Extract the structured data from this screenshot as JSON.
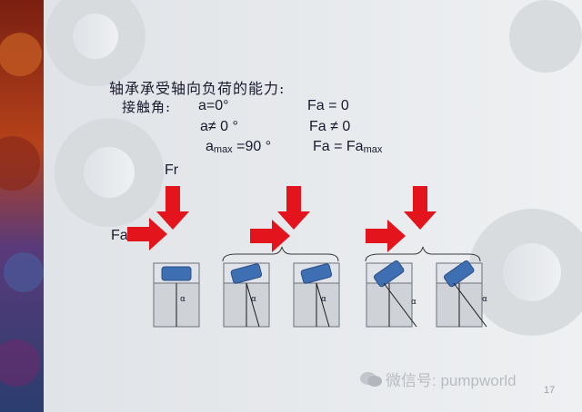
{
  "slide": {
    "heading": "轴承承受轴向负荷的能力:",
    "contact_angle_label": "接触角:",
    "conditions": [
      {
        "angle": "a=0°",
        "angle_base": "a",
        "angle_sub": "",
        "angle_rest": "=0°",
        "force": "Fa = 0"
      },
      {
        "angle": "a≠ 0 °",
        "angle_base": "a",
        "angle_sub": "",
        "angle_rest": "≠ 0 °",
        "force": "Fa ≠ 0"
      },
      {
        "angle": "amax =90 °",
        "angle_base": "a",
        "angle_sub": "max",
        "angle_rest": " =90 °",
        "force_base": "Fa = Fa",
        "force_sub": "max"
      }
    ],
    "force_labels": {
      "radial": "Fr",
      "axial": "Fa"
    },
    "angle_symbol": "α",
    "page_number": "17"
  },
  "watermark": {
    "text": "微信号: pumpworld",
    "icon": "wechat-icon"
  },
  "colors": {
    "arrow": "#e3141b",
    "roller": "#3e6fb2",
    "ring": "#c8ccd2",
    "background": "#e9ebee"
  }
}
